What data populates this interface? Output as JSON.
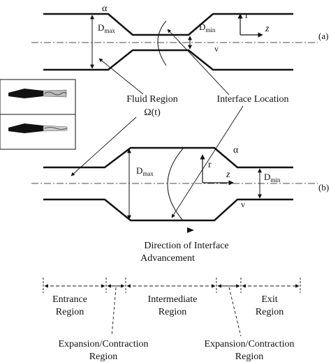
{
  "labels": {
    "alpha_a": "α",
    "dmax_a": "D",
    "dmax_a_sub": "max",
    "dmin_a": "D",
    "dmin_a_sub": "min",
    "r_a": "r",
    "z_a": "z",
    "v_a": "v",
    "panel_a": "(a)",
    "fluid_region": "Fluid Region",
    "omega": "Ω(t)",
    "interface_location": "Interface Location",
    "alpha_b": "α",
    "dmax_b": "D",
    "dmax_b_sub": "max",
    "dmin_b": "D",
    "dmin_b_sub": "min",
    "r_b": "r",
    "z_b": "z",
    "v_b": "v",
    "panel_b": "(b)",
    "direction_1": "Direction of Interface",
    "direction_2": "Advancement",
    "entrance_1": "Entrance",
    "entrance_2": "Region",
    "intermediate_1": "Intermediate",
    "intermediate_2": "Region",
    "exit_1": "Exit",
    "exit_2": "Region",
    "expansion_left_1": "Expansion/Contraction",
    "expansion_left_2": "Region",
    "expansion_right_1": "Expansion/Contraction",
    "expansion_right_2": "Region"
  },
  "inset": {
    "panels": [
      "photo-top",
      "photo-bottom"
    ]
  }
}
